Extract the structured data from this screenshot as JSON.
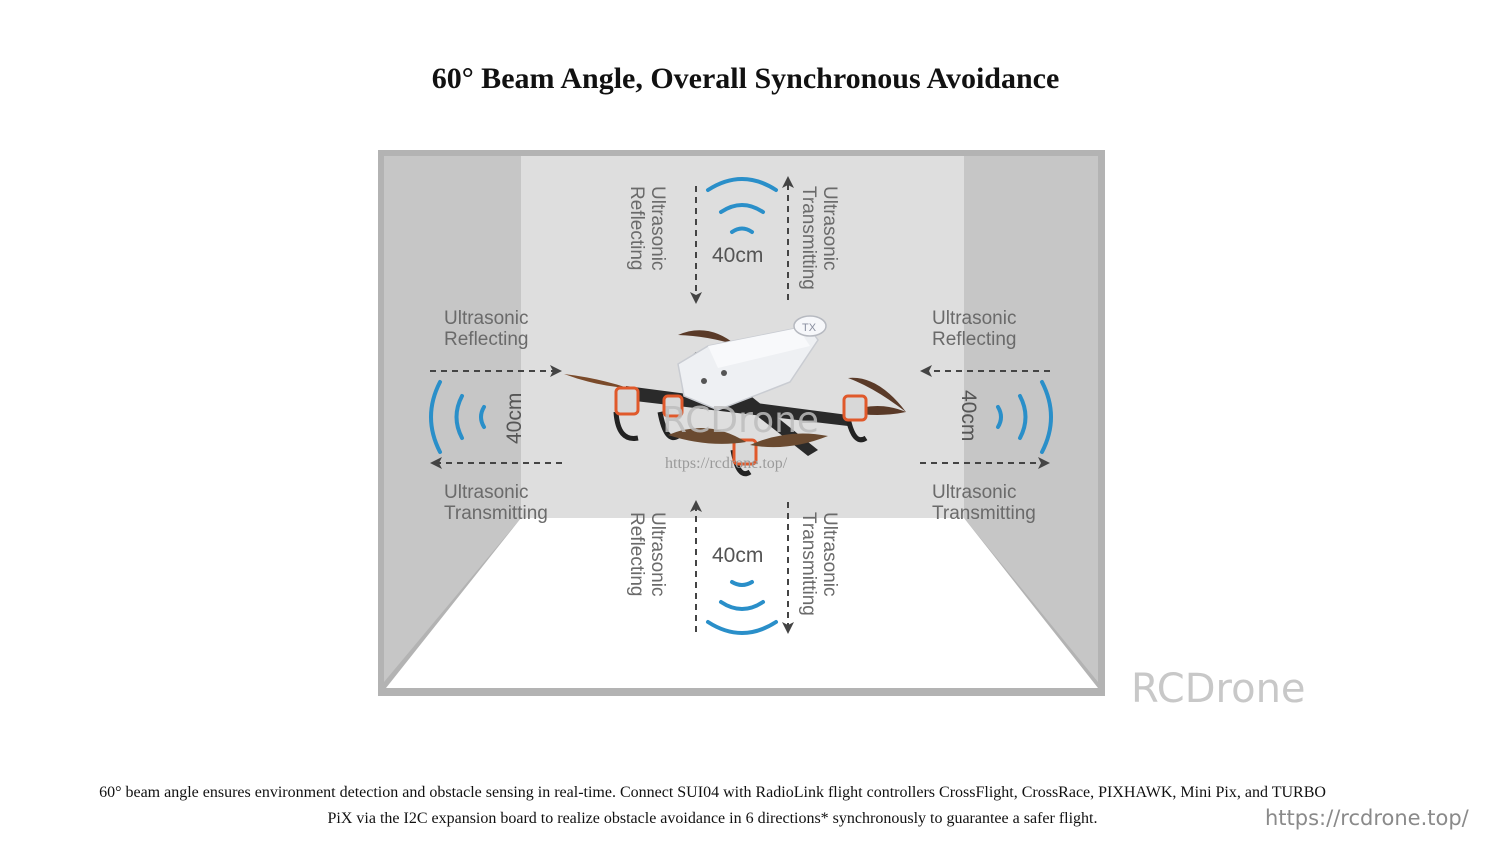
{
  "title": "60° Beam Angle, Overall Synchronous Avoidance",
  "diagram": {
    "top": {
      "left_label": [
        "Ultrasonic",
        "Reflecting"
      ],
      "right_label": [
        "Ultrasonic",
        "Transmitting"
      ],
      "distance": "40cm"
    },
    "bottom": {
      "left_label": [
        "Ultrasonic",
        "Reflecting"
      ],
      "right_label": [
        "Ultrasonic",
        "Transmitting"
      ],
      "distance": "40cm"
    },
    "left": {
      "upper_label": [
        "Ultrasonic",
        "Reflecting"
      ],
      "lower_label": [
        "Ultrasonic",
        "Transmitting"
      ],
      "distance": "40cm"
    },
    "right": {
      "upper_label": [
        "Ultrasonic",
        "Reflecting"
      ],
      "lower_label": [
        "Ultrasonic",
        "Transmitting"
      ],
      "distance": "40cm"
    },
    "drone_watermark": "RCDrone",
    "drone_watermark_url": "https://rcdrone.top/",
    "drone_badge": "TX"
  },
  "watermark": {
    "brand": "RCDrone",
    "url": "https://rcdrone.top/"
  },
  "caption": {
    "line1": "60° beam angle ensures environment detection and obstacle sensing in real-time. Connect SUI04 with RadioLink flight controllers CrossFlight, CrossRace, PIXHAWK, Mini Pix, and TURBO",
    "line2": "PiX via the I2C expansion board to realize obstacle avoidance in 6 directions* synchronously to guarantee a safer flight."
  },
  "colors": {
    "wave": "#2a8fc9",
    "wall": "#c6c6c6",
    "back_wall": "#dedede",
    "frame": "#b3b3b3",
    "propeller": "#5a3a28",
    "motor": "#e0592b"
  }
}
